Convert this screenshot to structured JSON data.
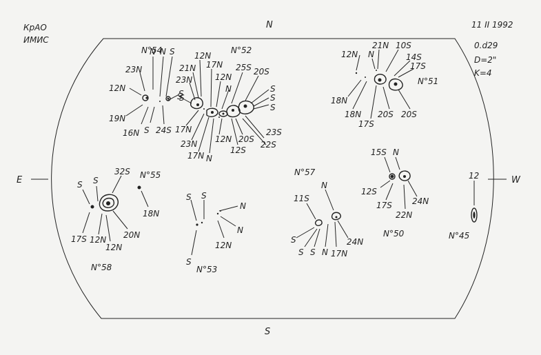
{
  "header": {
    "observatory": [
      "КрАО",
      "ИМИС"
    ],
    "date": "11 II 1992",
    "time": "0.d29",
    "diameter": "D=2\"",
    "k": "K=4"
  },
  "directions": {
    "north": "N",
    "south": "S",
    "east": "E",
    "west": "W"
  },
  "groups": {
    "g54": {
      "number": "N°54",
      "labels": [
        "23N",
        "N",
        "N",
        "S",
        "12N",
        "19N",
        "16N",
        "S",
        "24S",
        "S"
      ]
    },
    "g52": {
      "number": "N°52",
      "labels": [
        "12N",
        "21N",
        "17N",
        "23N",
        "S",
        "12N",
        "N",
        "25S",
        "20S",
        "S",
        "S",
        "S",
        "S",
        "17N",
        "23N",
        "17N",
        "N",
        "12N",
        "12S",
        "20S",
        "23S",
        "22S"
      ]
    },
    "g51": {
      "number": "N°51",
      "labels": [
        "21N",
        "10S",
        "12N",
        "N",
        "14S",
        "17S",
        "18N",
        "18N",
        "17S",
        "20S",
        "20S"
      ]
    },
    "g55": {
      "number": "N°55",
      "labels": [
        "18N"
      ]
    },
    "g58": {
      "number": "N°58",
      "labels": [
        "S",
        "S",
        "32S",
        "17S",
        "12N",
        "12N",
        "20N"
      ]
    },
    "g53": {
      "number": "N°53",
      "labels": [
        "S",
        "S",
        "N",
        "N",
        "12N",
        "S"
      ]
    },
    "g57": {
      "number": "N°57",
      "labels": [
        "N",
        "11S",
        "S",
        "S",
        "S",
        "N",
        "24N",
        "17N"
      ]
    },
    "g50": {
      "number": "N°50",
      "labels": [
        "15S",
        "N",
        "12S",
        "17S",
        "22N",
        "24N"
      ]
    },
    "g45": {
      "number": "N°45",
      "labels": [
        "12"
      ]
    }
  }
}
